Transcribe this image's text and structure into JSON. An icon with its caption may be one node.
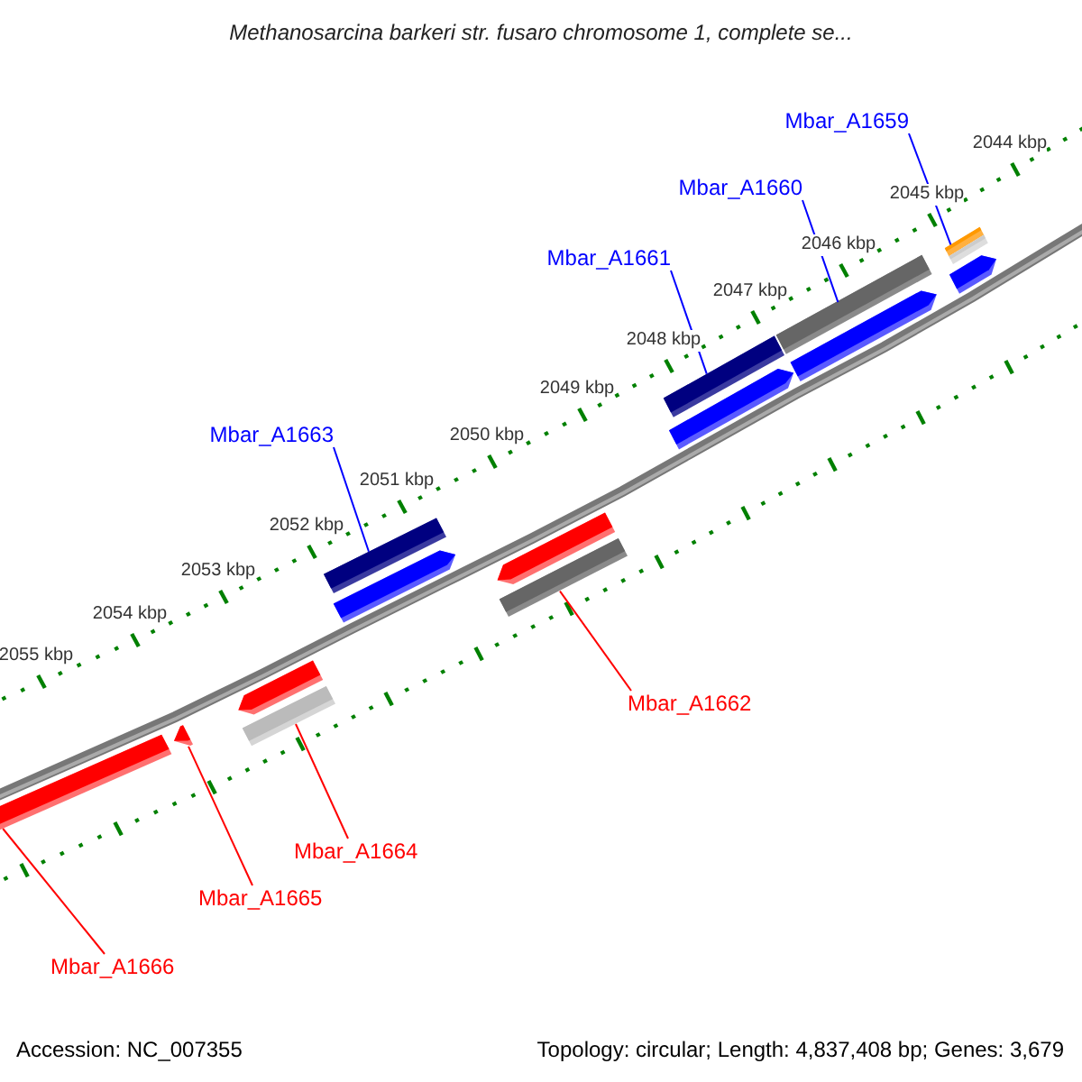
{
  "diagram": {
    "title": "Methanosarcina barkeri str. fusaro chromosome 1, complete se...",
    "nodes": [
      {
        "text": [
          "Mbar_A1659"
        ]
      },
      {
        "text": [
          "Mbar_A1660"
        ]
      },
      {
        "text": [
          "Mbar_A1661"
        ]
      },
      {
        "text": [
          "Mbar_A1663"
        ]
      },
      {
        "text": [
          "Mbar_A1662"
        ]
      },
      {
        "text": [
          "Mbar_A1664"
        ]
      },
      {
        "text": [
          "Mbar_A1665"
        ]
      },
      {
        "text": [
          "Mbar_A1666"
        ]
      },
      {
        "text": [],
        "shape": "bar"
      },
      {
        "text": [],
        "shape": "bar"
      },
      {
        "text": [],
        "shape": "bar"
      },
      {
        "text": [],
        "shape": "bar"
      },
      {
        "text": [],
        "shape": "bar"
      },
      {
        "text": [],
        "shape": "bar"
      },
      {
        "text": [],
        "shape": "bar"
      },
      {
        "text": [],
        "shape": "bar"
      }
    ],
    "edges": [
      {
        "from": 0,
        "to": 11,
        "arrow": "none",
        "color": "#0000ff"
      },
      {
        "from": 1,
        "to": 10,
        "arrow": "none",
        "color": "#0000ff"
      },
      {
        "from": 2,
        "to": 9,
        "arrow": "none",
        "color": "#0000ff"
      },
      {
        "from": 3,
        "to": 8,
        "arrow": "none",
        "color": "#0000ff"
      },
      {
        "from": 4,
        "to": 12,
        "arrow": "none",
        "color": "#ff0000"
      },
      {
        "from": 5,
        "to": 13,
        "arrow": "none",
        "color": "#ff0000"
      },
      {
        "from": 6,
        "to": 14,
        "arrow": "none",
        "color": "#ff0000"
      },
      {
        "from": 7,
        "to": 15,
        "arrow": "none",
        "color": "#ff0000"
      }
    ],
    "labels": [
      "2044 kbp",
      "2045 kbp",
      "2046 kbp",
      "2047 kbp",
      "2048 kbp",
      "2049 kbp",
      "2050 kbp",
      "2051 kbp",
      "2052 kbp",
      "2053 kbp",
      "2054 kbp",
      "2055 kbp",
      "Accession: NC_007355",
      "Topology: circular; Length: 4,837,408 bp; Genes: 3,679"
    ]
  }
}
